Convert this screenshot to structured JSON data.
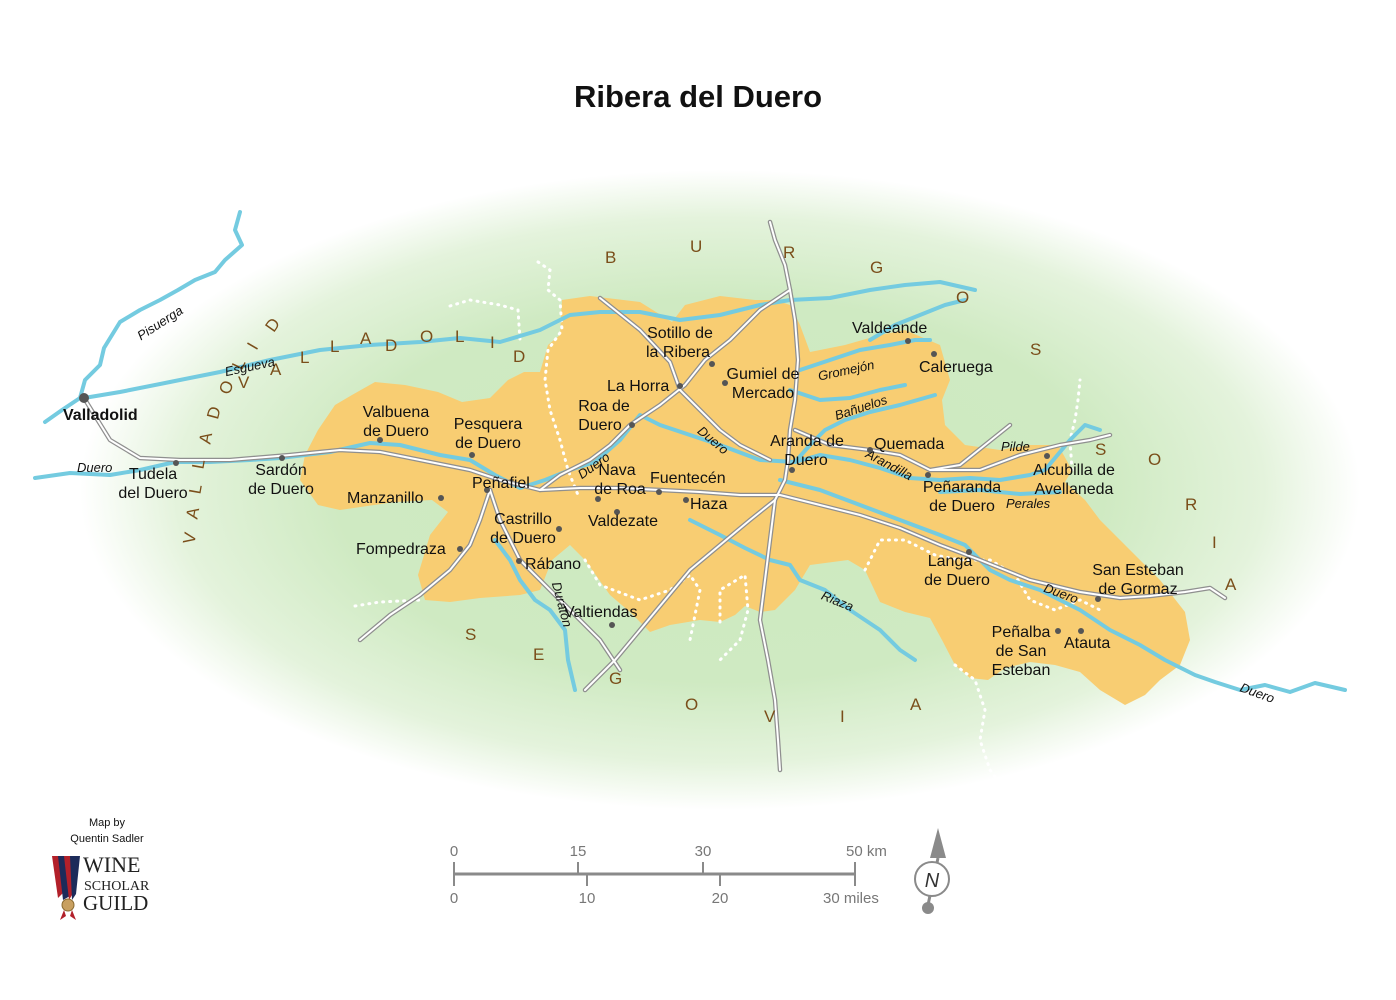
{
  "title": "Ribera del Duero",
  "provinces": {
    "burgos": [
      "B",
      "U",
      "R",
      "G",
      "O",
      "S"
    ],
    "valladolid_upper": [
      "V",
      "A",
      "L",
      "L",
      "A",
      "D",
      "O",
      "L",
      "I",
      "D"
    ],
    "valladolid_lower": [
      "V",
      "A",
      "L",
      "L",
      "A",
      "D",
      "O",
      "L",
      "I",
      "D"
    ],
    "soria": [
      "S",
      "O",
      "R",
      "I",
      "A"
    ],
    "segovia": [
      "S",
      "E",
      "G",
      "O",
      "V",
      "I",
      "A"
    ]
  },
  "towns": {
    "valladolid": "Valladolid",
    "tudela": [
      "Tudela",
      "del Duero"
    ],
    "sardon": [
      "Sardón",
      "de Duero"
    ],
    "valbuena": [
      "Valbuena",
      "de Duero"
    ],
    "pesquera": [
      "Pesquera",
      "de Duero"
    ],
    "manzanillo": "Manzanillo",
    "penafiel": "Peñafiel",
    "fompedraza": "Fompedraza",
    "castrillo": [
      "Castrillo",
      "de Duero"
    ],
    "rabano": "Rábano",
    "valtiendas": "Valtiendas",
    "roa": [
      "Roa de",
      "Duero"
    ],
    "la_horra": "La Horra",
    "sotillo": [
      "Sotillo de",
      "la Ribera"
    ],
    "gumiel": [
      "Gumiel de",
      "Mercado"
    ],
    "nava": [
      "Nava",
      "de Roa"
    ],
    "fuentecen": "Fuentecén",
    "valdezate": "Valdezate",
    "haza": "Haza",
    "aranda": [
      "Aranda de",
      "Duero"
    ],
    "quemada": "Quemada",
    "valdeande": "Valdeande",
    "caleruega": "Caleruega",
    "penaranda": [
      "Peñaranda",
      "de Duero"
    ],
    "alcubilla": [
      "Alcubilla de",
      "Avellaneda"
    ],
    "langa": [
      "Langa",
      "de Duero"
    ],
    "san_esteban": [
      "San Esteban",
      "de Gormaz"
    ],
    "penalba": [
      "Peñalba",
      "de San",
      "Esteban"
    ],
    "atauta": "Atauta"
  },
  "rivers": {
    "pisuerga": "Pisuerga",
    "esgueva": "Esgueva",
    "duero_west": "Duero",
    "duero_penafiel": "Duero",
    "duero_aranda": "Duero",
    "duero_east": "Duero",
    "duero_far_east": "Duero",
    "duraton": "Duratón",
    "riaza": "Riaza",
    "gromejon": "Gromejón",
    "banuelos": "Bañuelos",
    "arandilla": "Arandilla",
    "pilde": "Pilde",
    "perales": "Perales"
  },
  "scale": {
    "km_ticks": [
      "0",
      "15",
      "30",
      "50 km"
    ],
    "mile_ticks": [
      "0",
      "10",
      "20",
      "30 miles"
    ]
  },
  "compass_label": "N",
  "credit": {
    "line1": "Map by",
    "line2": "Quentin Sadler",
    "brand1": "WINE",
    "brand2": "SCHOLAR",
    "brand3": "GUILD"
  },
  "colors": {
    "ellipse": "#cdeabf",
    "region": "#f8cd72",
    "river": "#74cbe0",
    "road": "#8f8f8f",
    "province": "#7a4e1a"
  }
}
